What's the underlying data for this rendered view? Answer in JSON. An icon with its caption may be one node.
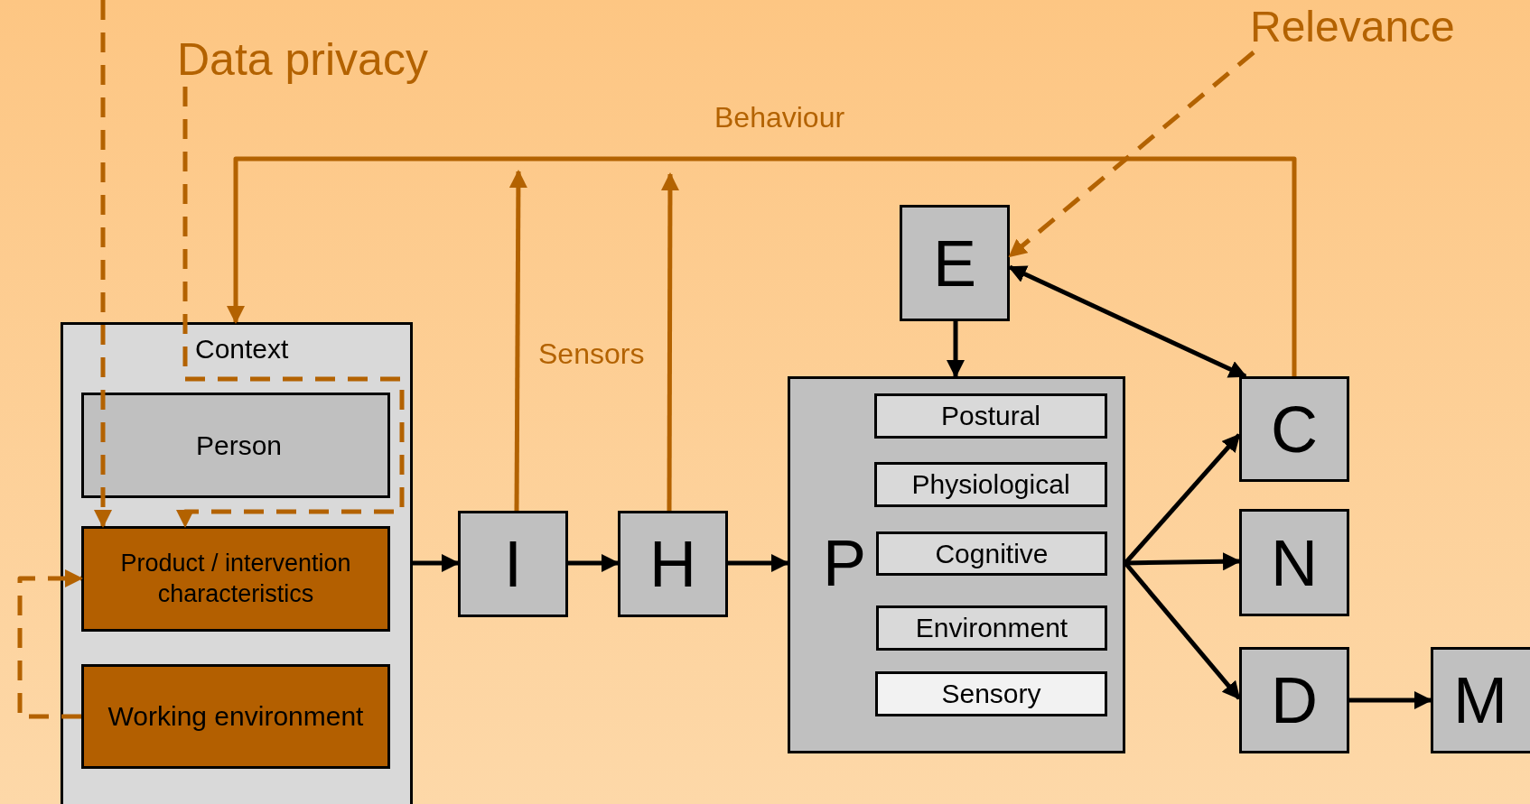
{
  "diagram": {
    "nodes": [
      {
        "text": [
          "Data privacy"
        ]
      },
      {
        "text": [
          "Relevance"
        ]
      },
      {
        "text": [
          "Context"
        ]
      },
      {
        "text": [
          "Person"
        ],
        "in": 2
      },
      {
        "text": [
          "Product / intervention characteristics"
        ],
        "in": 2
      },
      {
        "text": [
          "Working environment"
        ],
        "in": 2
      },
      {
        "text": [
          "I"
        ]
      },
      {
        "text": [
          "H"
        ]
      },
      {
        "text": [
          "E"
        ]
      },
      {
        "text": [
          "P"
        ]
      },
      {
        "text": [
          "Postural"
        ],
        "in": 9
      },
      {
        "text": [
          "Physiological"
        ],
        "in": 9
      },
      {
        "text": [
          "Cognitive"
        ],
        "in": 9
      },
      {
        "text": [
          "Environment"
        ],
        "in": 9
      },
      {
        "text": [
          "Sensory"
        ],
        "in": 9
      },
      {
        "text": [
          "C"
        ]
      },
      {
        "text": [
          "N"
        ]
      },
      {
        "text": [
          "D"
        ]
      },
      {
        "text": [
          "M"
        ]
      }
    ],
    "edges": [
      {
        "from": 2,
        "to": 6,
        "arrow": "to"
      },
      {
        "from": 6,
        "to": 7,
        "arrow": "to"
      },
      {
        "from": 7,
        "to": 9,
        "arrow": "to"
      },
      {
        "from": 8,
        "to": 9,
        "arrow": "to"
      },
      {
        "from": 8,
        "to": 15,
        "arrow": "both"
      },
      {
        "from": 9,
        "to": 15,
        "arrow": "to"
      },
      {
        "from": 9,
        "to": 16,
        "arrow": "to"
      },
      {
        "from": 9,
        "to": 17,
        "arrow": "to"
      },
      {
        "from": 17,
        "to": 18,
        "arrow": "to"
      },
      {
        "from": 15,
        "to": 2,
        "arrow": "to",
        "label": "Behaviour",
        "color": "#b36200"
      },
      {
        "from": 6,
        "to": null,
        "arrow": "to",
        "color": "#b36200"
      },
      {
        "from": 7,
        "to": null,
        "arrow": "to",
        "color": "#b36200"
      },
      {
        "from": null,
        "to": 4,
        "arrow": "to",
        "style": "dashed",
        "color": "#b36200"
      },
      {
        "from": 0,
        "to": 4,
        "arrow": "to",
        "style": "dashed",
        "color": "#b36200"
      },
      {
        "from": 1,
        "to": 8,
        "arrow": "to",
        "style": "dashed",
        "color": "#b36200"
      },
      {
        "from": 5,
        "to": 4,
        "arrow": "to",
        "style": "dashed",
        "color": "#b36200"
      }
    ],
    "labels": [
      "Sensors"
    ]
  }
}
